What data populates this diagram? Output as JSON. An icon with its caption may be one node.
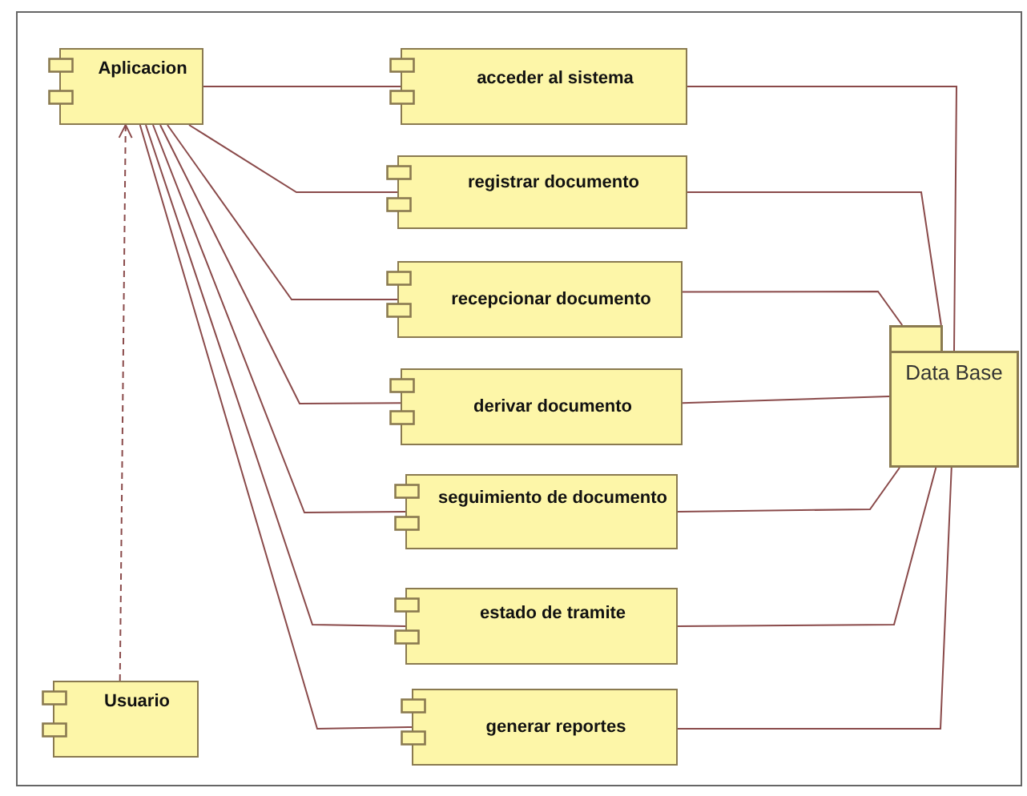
{
  "diagram": {
    "nodes": [
      {
        "text": [
          "Aplicacion"
        ]
      },
      {
        "text": [
          "acceder al sistema"
        ]
      },
      {
        "text": [
          "registrar documento"
        ]
      },
      {
        "text": [
          "recepcionar documento"
        ]
      },
      {
        "text": [
          "derivar documento"
        ]
      },
      {
        "text": [
          "seguimiento de documento"
        ]
      },
      {
        "text": [
          "estado de tramite"
        ]
      },
      {
        "text": [
          "generar reportes"
        ]
      },
      {
        "text": [
          "Data Base"
        ]
      },
      {
        "text": [
          "Usuario"
        ]
      }
    ],
    "edges": [
      {
        "from": 0,
        "to": 1,
        "arrow": "none"
      },
      {
        "from": 0,
        "to": 2,
        "arrow": "none"
      },
      {
        "from": 0,
        "to": 3,
        "arrow": "none"
      },
      {
        "from": 0,
        "to": 4,
        "arrow": "none"
      },
      {
        "from": 0,
        "to": 5,
        "arrow": "none"
      },
      {
        "from": 0,
        "to": 6,
        "arrow": "none"
      },
      {
        "from": 0,
        "to": 7,
        "arrow": "none"
      },
      {
        "from": 1,
        "to": 8,
        "arrow": "none"
      },
      {
        "from": 2,
        "to": 8,
        "arrow": "none"
      },
      {
        "from": 3,
        "to": 8,
        "arrow": "none"
      },
      {
        "from": 4,
        "to": 8,
        "arrow": "none"
      },
      {
        "from": 5,
        "to": 8,
        "arrow": "none"
      },
      {
        "from": 6,
        "to": 8,
        "arrow": "none"
      },
      {
        "from": 7,
        "to": 8,
        "arrow": "none"
      },
      {
        "from": 9,
        "to": 0,
        "arrow": "to",
        "style": "dashed"
      }
    ]
  }
}
